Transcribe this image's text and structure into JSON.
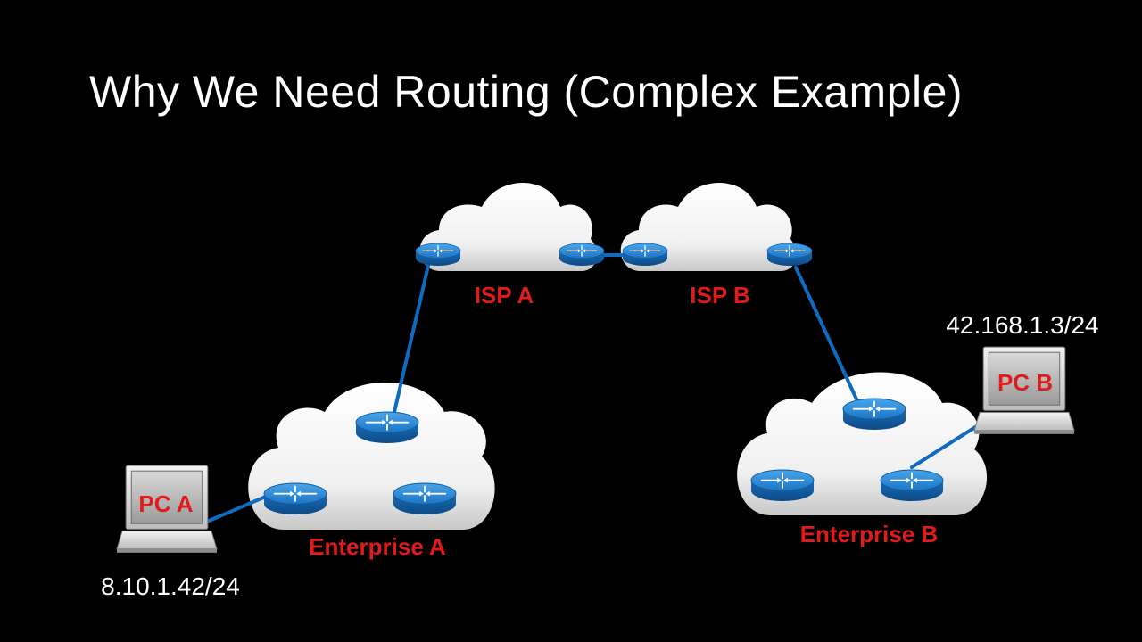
{
  "slide": {
    "title": "Why We Need Routing (Complex Example)"
  },
  "diagram": {
    "clouds": {
      "isp_a": "ISP A",
      "isp_b": "ISP B",
      "enterprise_a": "Enterprise A",
      "enterprise_b": "Enterprise B"
    },
    "hosts": {
      "pc_a": {
        "label": "PC A",
        "address": "8.10.1.42/24"
      },
      "pc_b": {
        "label": "PC B",
        "address": "42.168.1.3/24"
      }
    },
    "colors": {
      "background": "#000000",
      "label_red": "#e01b1b",
      "link_blue": "#0f6bbf",
      "router_blue": "#1e7fd0",
      "cloud_white": "#f2f2f2"
    }
  }
}
